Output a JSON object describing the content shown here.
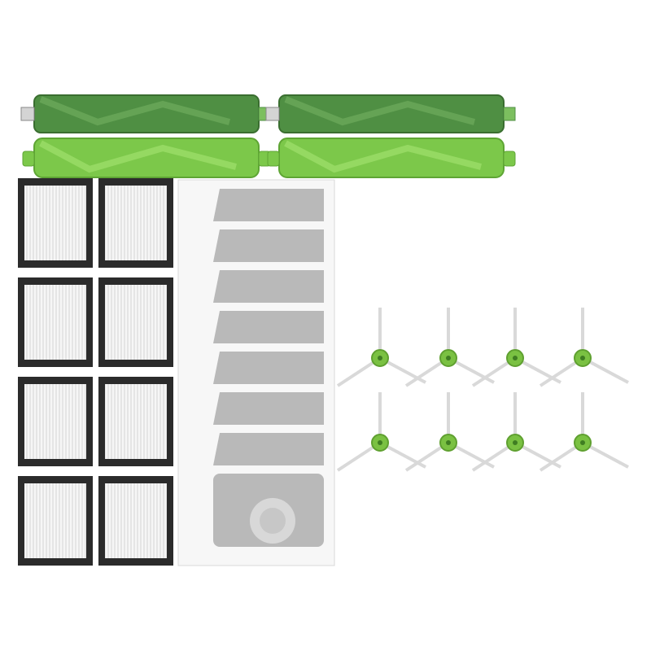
{
  "scene": {
    "background": "#ffffff",
    "colors": {
      "roller_dark": "#4f8f43",
      "roller_dark_edge": "#3a6e30",
      "roller_light": "#7cc84a",
      "roller_light_edge": "#5ea534",
      "filter_frame": "#2b2b2b",
      "filter_media": "#f4f4f4",
      "bag_paper": "#f7f7f7",
      "bag_card": "#b9b9b9",
      "brush_hub": "#7ac142",
      "brush_arm": "#e9e9e9"
    },
    "counts": {
      "rollers_dark": 2,
      "rollers_light": 2,
      "filters": 8,
      "bags": 8,
      "side_brushes": 8
    }
  }
}
